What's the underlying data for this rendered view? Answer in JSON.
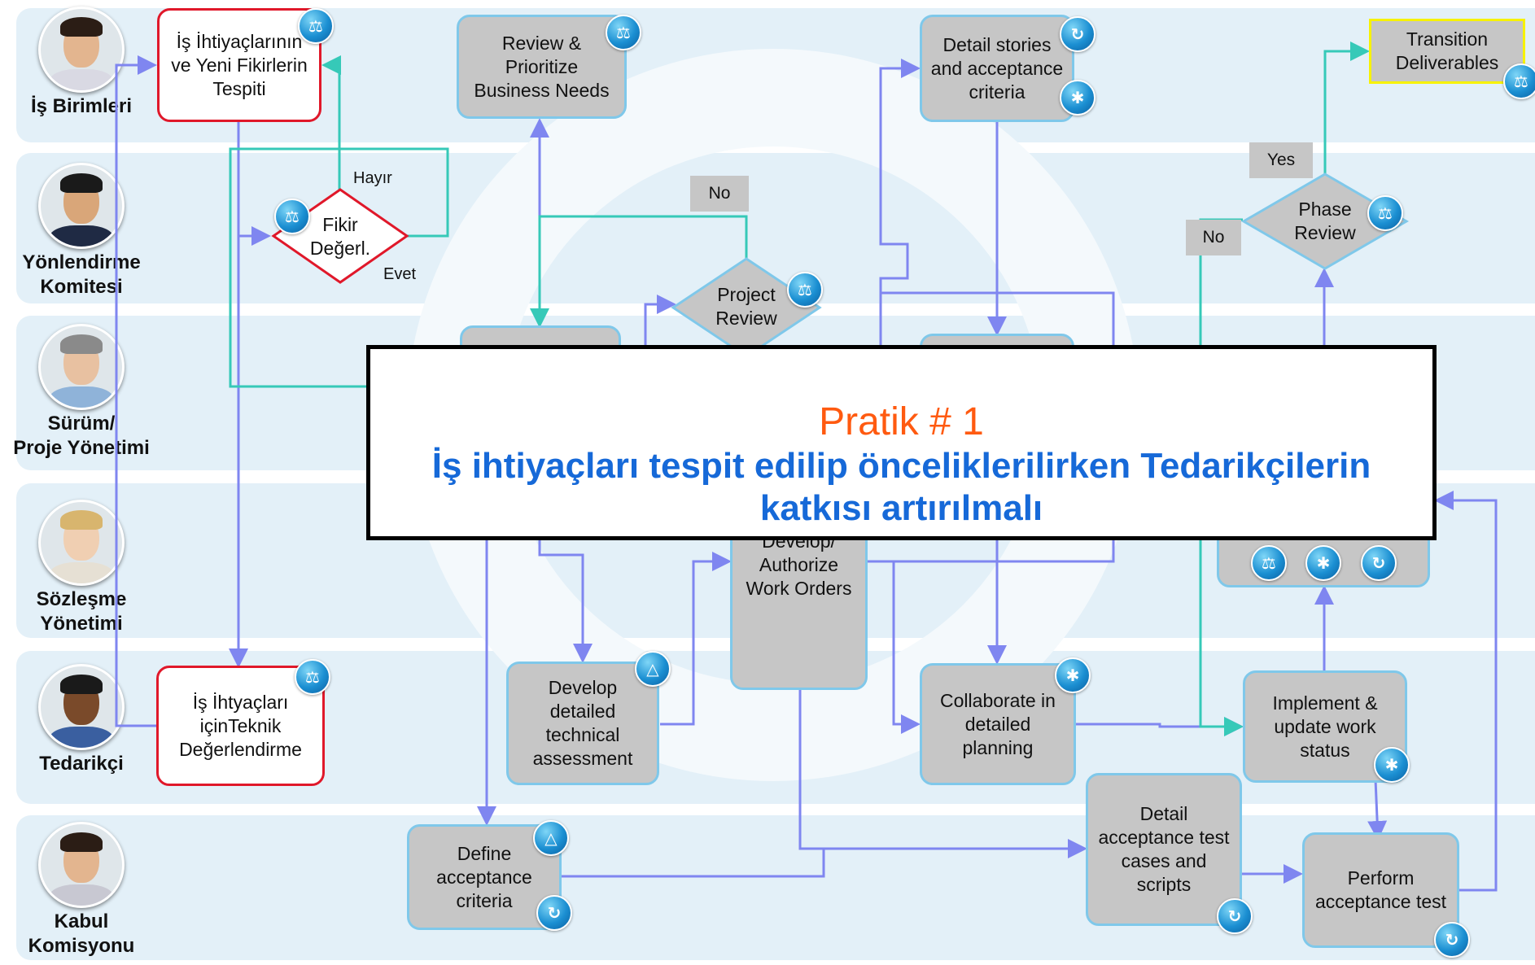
{
  "actors": [
    {
      "label": "İş Birimleri",
      "skin": "#e3b58f",
      "hair": "#2b1d15",
      "shirt": "#d9d9e3"
    },
    {
      "label": "Yönlendirme\nKomitesi",
      "skin": "#d9a679",
      "hair": "#1a1a1a",
      "shirt": "#1f2a44"
    },
    {
      "label": "Sürüm/\nProje Yönetimi",
      "skin": "#e8c1a1",
      "hair": "#8a8a8a",
      "shirt": "#8fb3d9"
    },
    {
      "label": "Sözleşme\nYönetimi",
      "skin": "#f0cfb2",
      "hair": "#d8b56e",
      "shirt": "#e6e0d4"
    },
    {
      "label": "Tedarikçi",
      "skin": "#7a4a2a",
      "hair": "#1a1a1a",
      "shirt": "#3a5fa0"
    },
    {
      "label": "Kabul\nKomisyonu",
      "skin": "#e3b58f",
      "hair": "#2b1d15",
      "shirt": "#c8c8d2"
    }
  ],
  "nodes": {
    "identify": "İş İhtiyaçlarının\nve Yeni Fikirlerin\nTespiti",
    "fikir": "Fikir\nDeğerl.",
    "tech_eval": "İş İhtyaçları\niçinTeknik\nDeğerlendirme",
    "review_prioritize": "Review &\nPrioritize\nBusiness Needs",
    "project_review": "Project\nReview",
    "detail_stories": "Detail stories\nand acceptance\ncriteria",
    "transition": "Transition\nDeliverables",
    "phase_review": "Phase\nReview",
    "develop_authorize": "Develop/\nAuthorize\nWork Orders",
    "develop_detailed": "Develop\ndetailed\ntechnical\nassessment",
    "collaborate": "Collaborate in\ndetailed\nplanning",
    "implement": "Implement &\nupdate work\nstatus",
    "define_acceptance": "Define\nacceptance\ncriteria",
    "detail_acceptance": "Detail\nacceptance test\ncases and\nscripts",
    "perform": "Perform\nacceptance test"
  },
  "labels": {
    "hayir": "Hayır",
    "evet": "Evet",
    "no1": "No",
    "no2": "No",
    "yes": "Yes"
  },
  "icons": {
    "scale": "⚖",
    "cycle": "↻",
    "hub": "✱",
    "triangle": "△"
  },
  "overlay": {
    "title": "Pratik # 1",
    "body": "İş ihtiyaçları tespit edilip önceliklerilirken Tedarikçilerin\nkatkısı artırılmalı"
  },
  "colors": {
    "flow_blue": "#7f86f0",
    "flow_teal": "#36c9b8",
    "lane": "#e3f0f8",
    "box_fill": "#c6c6c6",
    "box_border": "#7fc8ea",
    "red_border": "#e0182a",
    "overlay_title": "#ff5a10",
    "overlay_body": "#1669d8"
  }
}
